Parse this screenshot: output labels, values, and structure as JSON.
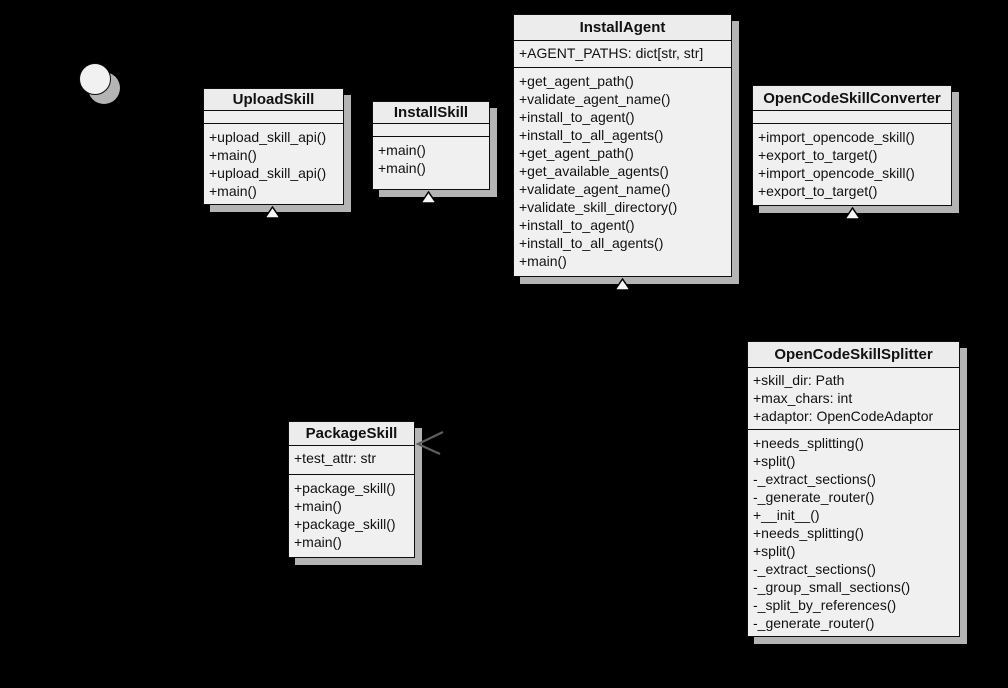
{
  "diagram": {
    "type": "uml-class-diagram",
    "background_color": "#000000",
    "node_fill_color": "#f0f0f0",
    "node_border_color": "#0d0d0d",
    "shadow_color": "#b4b4b4"
  },
  "classes": [
    {
      "name": "UploadSkill",
      "attributes": [],
      "methods": [
        "+upload_skill_api()",
        "+main()",
        "+upload_skill_api()",
        "+main()"
      ]
    },
    {
      "name": "InstallSkill",
      "attributes": [],
      "methods": [
        "+main()",
        "+main()"
      ]
    },
    {
      "name": "InstallAgent",
      "attributes": [
        "+AGENT_PATHS: dict[str, str]"
      ],
      "methods": [
        "+get_agent_path()",
        "+validate_agent_name()",
        "+install_to_agent()",
        "+install_to_all_agents()",
        "+get_agent_path()",
        "+get_available_agents()",
        "+validate_agent_name()",
        "+validate_skill_directory()",
        "+install_to_agent()",
        "+install_to_all_agents()",
        "+main()"
      ]
    },
    {
      "name": "OpenCodeSkillConverter",
      "attributes": [],
      "methods": [
        "+import_opencode_skill()",
        "+export_to_target()",
        "+import_opencode_skill()",
        "+export_to_target()"
      ]
    },
    {
      "name": "PackageSkill",
      "attributes": [
        "+test_attr: str"
      ],
      "methods": [
        "+package_skill()",
        "+main()",
        "+package_skill()",
        "+main()"
      ]
    },
    {
      "name": "OpenCodeSkillSplitter",
      "attributes": [
        "+skill_dir: Path",
        "+max_chars: int",
        "+adaptor: OpenCodeAdaptor"
      ],
      "methods": [
        "+needs_splitting()",
        "+split()",
        "-_extract_sections()",
        "-_generate_router()",
        "+__init__()",
        "+needs_splitting()",
        "+split()",
        "-_extract_sections()",
        "-_group_small_sections()",
        "-_split_by_references()",
        "-_generate_router()"
      ]
    }
  ],
  "connectors": {
    "inheritance_targets": [
      "UploadSkill",
      "InstallSkill",
      "InstallAgent",
      "OpenCodeSkillConverter"
    ],
    "dependency_target": "PackageSkill"
  }
}
